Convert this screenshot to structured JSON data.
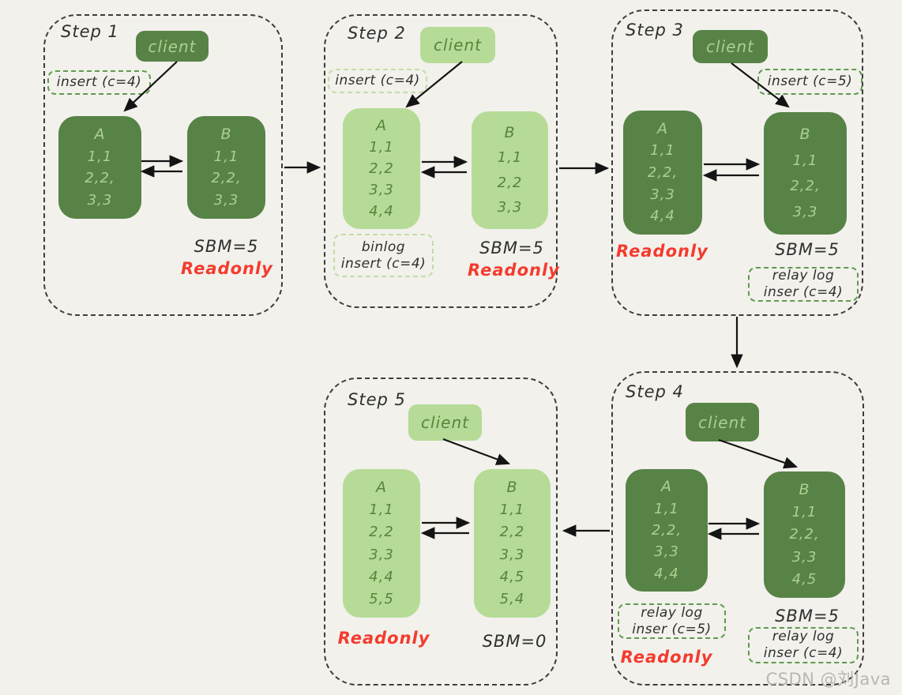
{
  "colors": {
    "background": "#f2f1ec",
    "node_dark": "#588347",
    "node_dark_text": "#abd08d",
    "node_light": "#b6db97",
    "node_light_text": "#55853a",
    "readonly_red": "#f43b2e",
    "note_dash_dark": "#5f9b4d",
    "note_dash_light": "#c2dda6",
    "outline": "#3d3d3d",
    "label_ink": "#2f2f2f",
    "watermark": "#b8b6b1"
  },
  "watermark": "CSDN @刘Java",
  "steps": [
    {
      "label": "Step 1",
      "client_label": "client",
      "insert_note": "insert (c=4)",
      "node_a": {
        "name": "A",
        "rows": [
          "1,1",
          "2,2,",
          "3,3"
        ]
      },
      "node_b": {
        "name": "B",
        "rows": [
          "1,1",
          "2,2,",
          "3,3"
        ]
      },
      "sbm": "SBM=5",
      "readonly": "Readonly"
    },
    {
      "label": "Step 2",
      "client_label": "client",
      "insert_note": "insert (c=4)",
      "node_a": {
        "name": "A",
        "rows": [
          "1,1",
          "2,2",
          "3,3",
          "4,4"
        ]
      },
      "node_b": {
        "name": "B",
        "rows": [
          "1,1",
          "2,2",
          "3,3"
        ]
      },
      "binlog_note": [
        "binlog",
        "insert (c=4)"
      ],
      "sbm": "SBM=5",
      "readonly": "Readonly"
    },
    {
      "label": "Step 3",
      "client_label": "client",
      "insert_note": "insert (c=5)",
      "node_a": {
        "name": "A",
        "rows": [
          "1,1",
          "2,2,",
          "3,3",
          "4,4"
        ]
      },
      "node_b": {
        "name": "B",
        "rows": [
          "1,1",
          "2,2,",
          "3,3"
        ]
      },
      "readonly": "Readonly",
      "sbm": "SBM=5",
      "relay_note_b": [
        "relay log",
        "inser (c=4)"
      ]
    },
    {
      "label": "Step 4",
      "client_label": "client",
      "node_a": {
        "name": "A",
        "rows": [
          "1,1",
          "2,2,",
          "3,3",
          "4,4"
        ]
      },
      "node_b": {
        "name": "B",
        "rows": [
          "1,1",
          "2,2,",
          "3,3",
          "4,5"
        ]
      },
      "relay_note_a": [
        "relay log",
        "inser (c=5)"
      ],
      "readonly": "Readonly",
      "sbm": "SBM=5",
      "relay_note_b": [
        "relay log",
        "inser (c=4)"
      ]
    },
    {
      "label": "Step 5",
      "client_label": "client",
      "node_a": {
        "name": "A",
        "rows": [
          "1,1",
          "2,2",
          "3,3",
          "4,4",
          "5,5"
        ]
      },
      "node_b": {
        "name": "B",
        "rows": [
          "1,1",
          "2,2",
          "3,3",
          "4,5",
          "5,4"
        ]
      },
      "readonly": "Readonly",
      "sbm": "SBM=0"
    }
  ]
}
